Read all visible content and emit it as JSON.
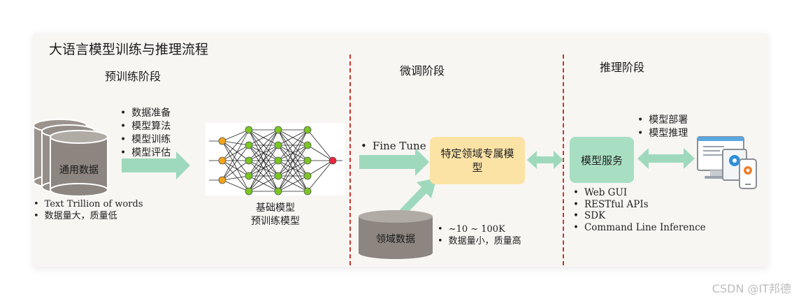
{
  "title": "大语言模型训练与推理流程",
  "stages": {
    "pretrain": "预训练阶段",
    "finetune": "微调阶段",
    "inference": "推理阶段"
  },
  "pretrain": {
    "data_label": "通用数据",
    "steps": [
      "数据准备",
      "模型算法",
      "模型训练",
      "模型评估"
    ],
    "data_notes": [
      "Text Trillion of words",
      "数据量大，质量低"
    ],
    "model_label_1": "基础模型",
    "model_label_2": "预训练模型"
  },
  "finetune": {
    "fine_tune_label": "Fine Tune",
    "model_line1": "特定领域专属模",
    "model_line2": "型",
    "data_label": "领域数据",
    "data_notes": [
      "~10 ~ 100K",
      "数据量小，质量高"
    ]
  },
  "inference": {
    "service_label": "模型服务",
    "steps": [
      "模型部署",
      "模型推理"
    ],
    "interfaces": [
      "Web GUI",
      "RESTful APIs",
      "SDK",
      "Command Line Inference"
    ]
  },
  "watermark": "CSDN @IT邦德",
  "colors": {
    "arrow": "#9fd9bd",
    "divider": "#c0392b",
    "cylinder": "#8c8580",
    "model_box": "#fbe3a6",
    "service_box": "#a8dfc2",
    "input_node": "#f2a51a",
    "hidden_node": "#7cc623",
    "output_node": "#e8283c"
  },
  "icons": [
    "database-cylinder-icon",
    "neural-network-icon",
    "devices-icon"
  ]
}
